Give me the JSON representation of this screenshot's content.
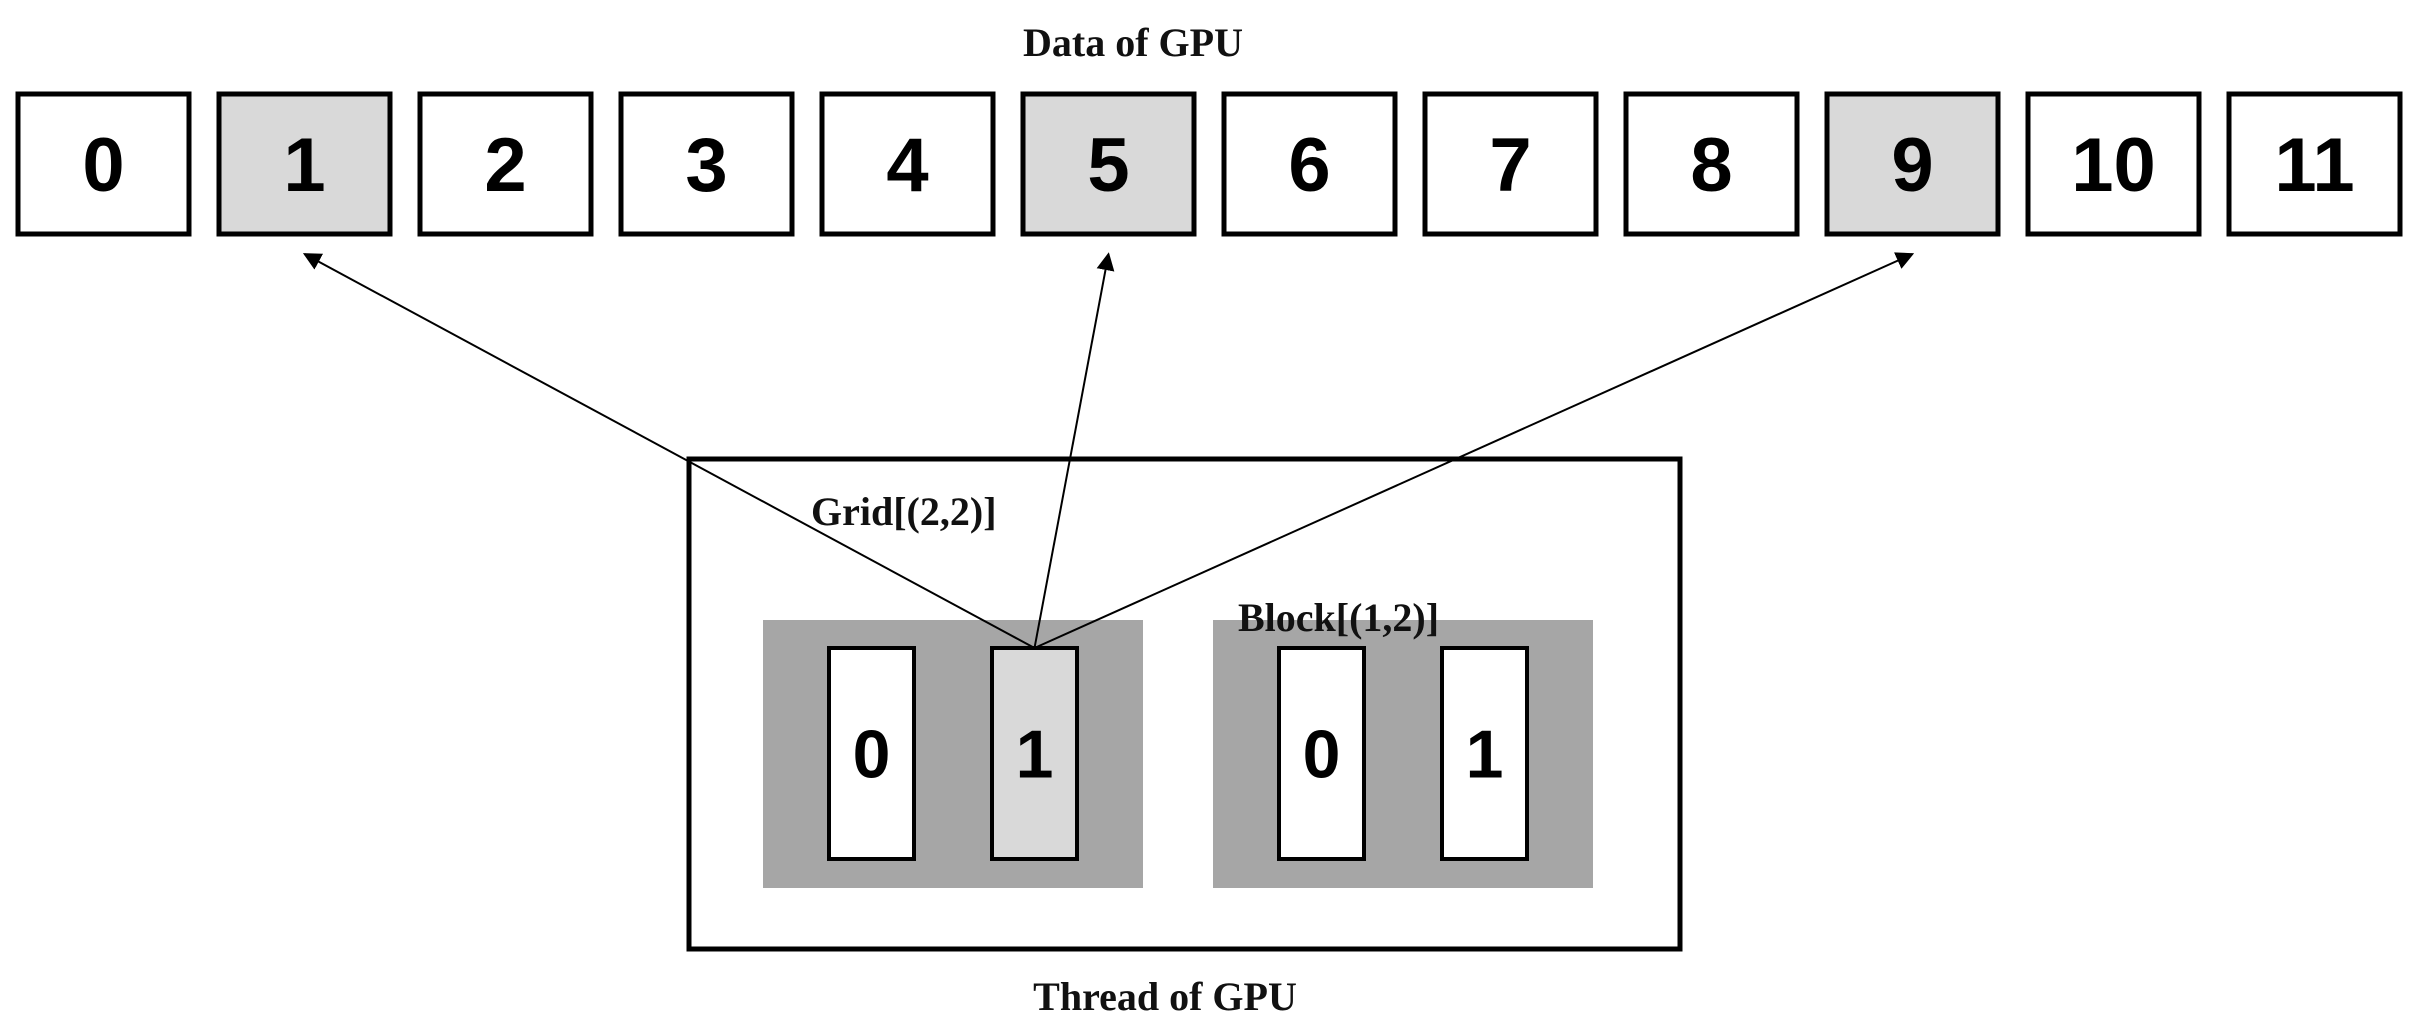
{
  "title_top": "Data of GPU",
  "title_bottom": "Thread of GPU",
  "grid_label": "Grid[(2,2)]",
  "block_label": "Block[(1,2)]",
  "data_cells": [
    {
      "label": "0",
      "highlighted": false
    },
    {
      "label": "1",
      "highlighted": true
    },
    {
      "label": "2",
      "highlighted": false
    },
    {
      "label": "3",
      "highlighted": false
    },
    {
      "label": "4",
      "highlighted": false
    },
    {
      "label": "5",
      "highlighted": true
    },
    {
      "label": "6",
      "highlighted": false
    },
    {
      "label": "7",
      "highlighted": false
    },
    {
      "label": "8",
      "highlighted": false
    },
    {
      "label": "9",
      "highlighted": true
    },
    {
      "label": "10",
      "highlighted": false
    },
    {
      "label": "11",
      "highlighted": false
    }
  ],
  "blocks": [
    {
      "threads": [
        {
          "label": "0",
          "highlighted": false
        },
        {
          "label": "1",
          "highlighted": true
        }
      ]
    },
    {
      "threads": [
        {
          "label": "0",
          "highlighted": false
        },
        {
          "label": "1",
          "highlighted": false
        }
      ]
    }
  ],
  "arrows": {
    "from_block": 0,
    "from_thread": 1,
    "to_cells": [
      1,
      5,
      9
    ]
  },
  "colors": {
    "cell_fill": "#ffffff",
    "cell_highlight": "#d9d9d9",
    "block_fill": "#a6a6a6",
    "stroke": "#000000"
  }
}
